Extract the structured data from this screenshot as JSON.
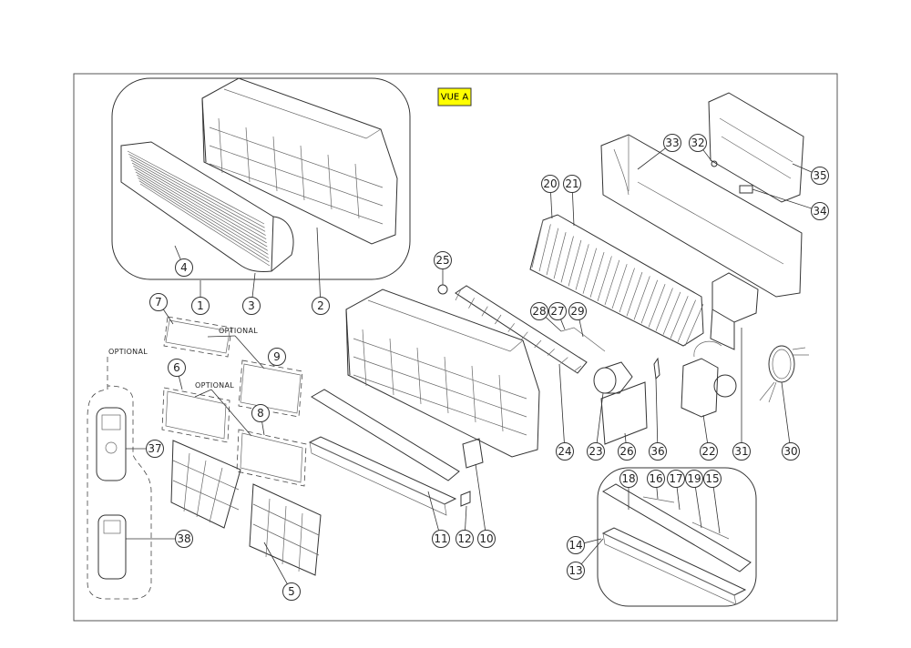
{
  "view_label": "VUE A",
  "view_label_color": "#ffff00",
  "optional_label": "OPTIONAL",
  "parts": [
    {
      "id": "1",
      "label": "1"
    },
    {
      "id": "2",
      "label": "2"
    },
    {
      "id": "3",
      "label": "3"
    },
    {
      "id": "4",
      "label": "4"
    },
    {
      "id": "5",
      "label": "5"
    },
    {
      "id": "6",
      "label": "6"
    },
    {
      "id": "7",
      "label": "7"
    },
    {
      "id": "8",
      "label": "8"
    },
    {
      "id": "9",
      "label": "9"
    },
    {
      "id": "10",
      "label": "10"
    },
    {
      "id": "11",
      "label": "11"
    },
    {
      "id": "12",
      "label": "12"
    },
    {
      "id": "13",
      "label": "13"
    },
    {
      "id": "14",
      "label": "14"
    },
    {
      "id": "15",
      "label": "15"
    },
    {
      "id": "16",
      "label": "16"
    },
    {
      "id": "17",
      "label": "17"
    },
    {
      "id": "18",
      "label": "18"
    },
    {
      "id": "19",
      "label": "19"
    },
    {
      "id": "20",
      "label": "20"
    },
    {
      "id": "21",
      "label": "21"
    },
    {
      "id": "22",
      "label": "22"
    },
    {
      "id": "23",
      "label": "23"
    },
    {
      "id": "24",
      "label": "24"
    },
    {
      "id": "25",
      "label": "25"
    },
    {
      "id": "26",
      "label": "26"
    },
    {
      "id": "27",
      "label": "27"
    },
    {
      "id": "28",
      "label": "28"
    },
    {
      "id": "29",
      "label": "29"
    },
    {
      "id": "30",
      "label": "30"
    },
    {
      "id": "31",
      "label": "31"
    },
    {
      "id": "32",
      "label": "32"
    },
    {
      "id": "33",
      "label": "33"
    },
    {
      "id": "34",
      "label": "34"
    },
    {
      "id": "35",
      "label": "35"
    },
    {
      "id": "36",
      "label": "36"
    },
    {
      "id": "37",
      "label": "37"
    },
    {
      "id": "38",
      "label": "38"
    }
  ]
}
